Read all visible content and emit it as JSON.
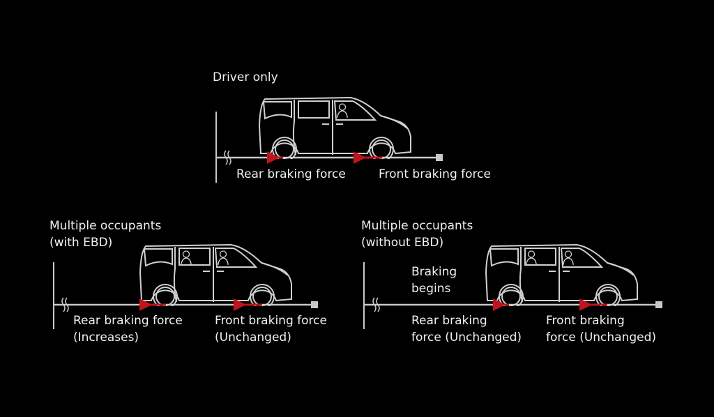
{
  "colors": {
    "background": "#000000",
    "line": "#c8c8c8",
    "arrow": "#c0141c"
  },
  "panels": {
    "driver_only": {
      "title": "Driver only",
      "rear_label": "Rear braking force",
      "front_label": "Front braking force",
      "occupants": 1
    },
    "with_ebd": {
      "title_line1": "Multiple occupants",
      "title_line2": "(with EBD)",
      "rear_label_line1": "Rear braking force",
      "rear_label_line2": "(Increases)",
      "front_label_line1": "Front braking force",
      "front_label_line2": "(Unchanged)",
      "occupants": 2
    },
    "without_ebd": {
      "title_line1": "Multiple occupants",
      "title_line2": "(without EBD)",
      "note_line1": "Braking",
      "note_line2": "begins",
      "rear_label_line1": "Rear braking",
      "rear_label_line2": "force (Unchanged)",
      "front_label_line1": "Front braking",
      "front_label_line2": "force (Unchanged)",
      "occupants": 2
    }
  }
}
